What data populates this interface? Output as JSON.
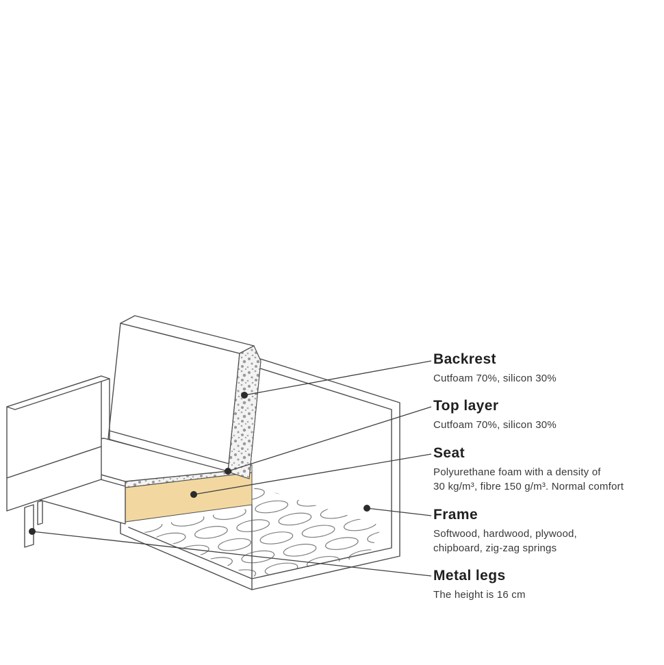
{
  "colors": {
    "background": "#ffffff",
    "outline": "#4d4d4d",
    "leader_line": "#3f3f3f",
    "dot": "#2b2b2b",
    "seat_foam_fill": "#f2d8a0",
    "cross_section_fill": "#f3f3f3"
  },
  "labels": {
    "backrest": {
      "title": "Backrest",
      "line1": "Cutfoam 70%, silicon 30%"
    },
    "top_layer": {
      "title": "Top layer",
      "line1": "Cutfoam 70%, silicon 30%"
    },
    "seat": {
      "title": "Seat",
      "line1": "Polyurethane foam with a density of",
      "line2": "30 kg/m³, fibre 150 g/m³. Normal comfort"
    },
    "frame": {
      "title": "Frame",
      "line1": "Softwood, hardwood, plywood,",
      "line2": "chipboard, zig-zag springs"
    },
    "metal_legs": {
      "title": "Metal legs",
      "line1": "The height is 16 cm"
    }
  }
}
